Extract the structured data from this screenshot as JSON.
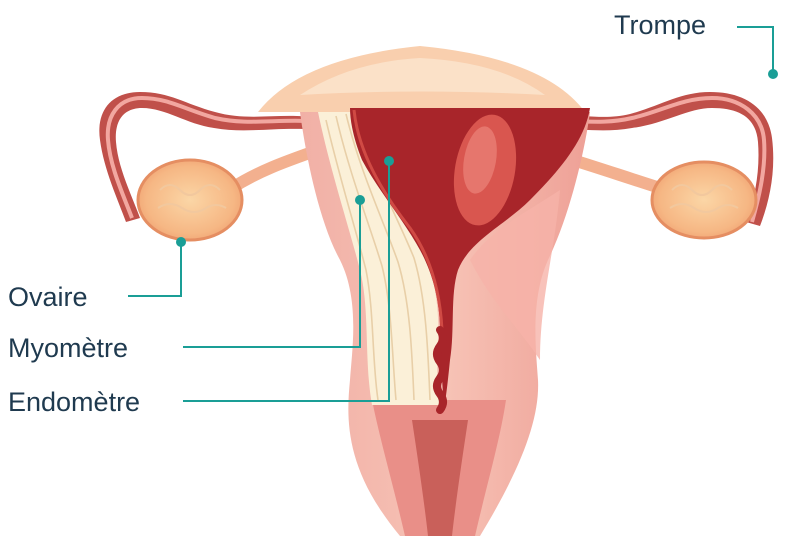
{
  "labels": {
    "trompe": "Trompe",
    "ovaire": "Ovaire",
    "myometre": "Myomètre",
    "endometre": "Endomètre"
  },
  "colors": {
    "leader_line": "#1a9e96",
    "label_text": "#1f3a4f",
    "cavity": "#a8252a",
    "muscle": "#ef9f9a",
    "tube": "#c6504c",
    "ovary": "#f7b98a",
    "serosa": "#fbd9b8"
  }
}
